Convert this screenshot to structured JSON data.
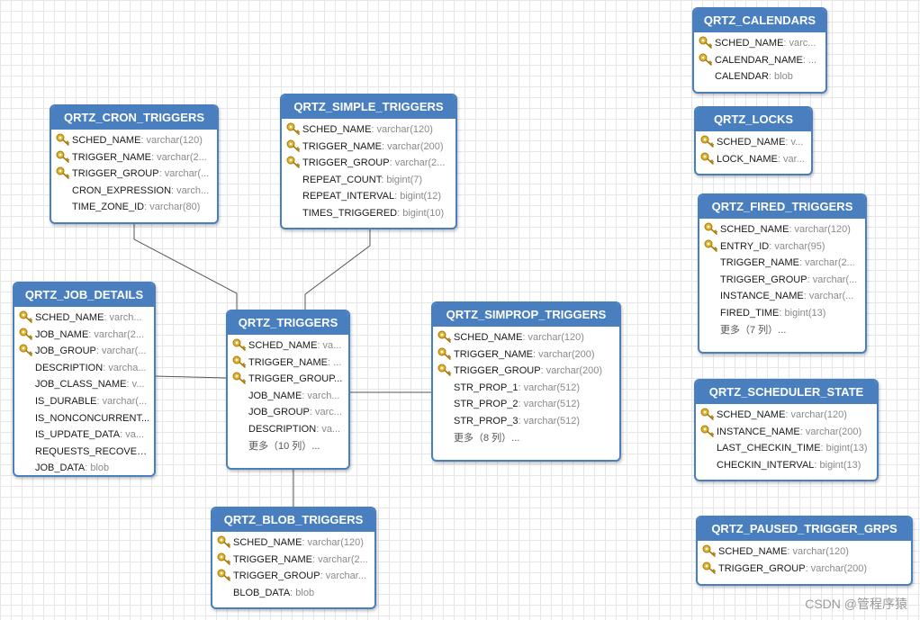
{
  "colors": {
    "header": "#4a7fbf",
    "key": "#d4a017",
    "grid": "#e6e6e6",
    "line": "#555555"
  },
  "watermark": "CSDN @管程序猿",
  "tables": [
    {
      "id": "cron",
      "name": "QRTZ_CRON_TRIGGERS",
      "rows": [
        {
          "key": true,
          "name": "SCHED_NAME",
          "type": "varchar(120)"
        },
        {
          "key": true,
          "name": "TRIGGER_NAME",
          "type": "varchar(2..."
        },
        {
          "key": true,
          "name": "TRIGGER_GROUP",
          "type": "varchar(..."
        },
        {
          "key": false,
          "name": "CRON_EXPRESSION",
          "type": "varch..."
        },
        {
          "key": false,
          "name": "TIME_ZONE_ID",
          "type": "varchar(80)"
        }
      ]
    },
    {
      "id": "simple",
      "name": "QRTZ_SIMPLE_TRIGGERS",
      "rows": [
        {
          "key": true,
          "name": "SCHED_NAME",
          "type": "varchar(120)"
        },
        {
          "key": true,
          "name": "TRIGGER_NAME",
          "type": "varchar(200)"
        },
        {
          "key": true,
          "name": "TRIGGER_GROUP",
          "type": "varchar(2..."
        },
        {
          "key": false,
          "name": "REPEAT_COUNT",
          "type": "bigint(7)"
        },
        {
          "key": false,
          "name": "REPEAT_INTERVAL",
          "type": "bigint(12)"
        },
        {
          "key": false,
          "name": "TIMES_TRIGGERED",
          "type": "bigint(10)"
        }
      ]
    },
    {
      "id": "calendars",
      "name": "QRTZ_CALENDARS",
      "rows": [
        {
          "key": true,
          "name": "SCHED_NAME",
          "type": "varc..."
        },
        {
          "key": true,
          "name": "CALENDAR_NAME",
          "type": "..."
        },
        {
          "key": false,
          "name": "CALENDAR",
          "type": "blob"
        }
      ]
    },
    {
      "id": "locks",
      "name": "QRTZ_LOCKS",
      "rows": [
        {
          "key": true,
          "name": "SCHED_NAME",
          "type": "v..."
        },
        {
          "key": true,
          "name": "LOCK_NAME",
          "type": "var..."
        }
      ]
    },
    {
      "id": "fired",
      "name": "QRTZ_FIRED_TRIGGERS",
      "rows": [
        {
          "key": true,
          "name": "SCHED_NAME",
          "type": "varchar(120)"
        },
        {
          "key": true,
          "name": "ENTRY_ID",
          "type": "varchar(95)"
        },
        {
          "key": false,
          "name": "TRIGGER_NAME",
          "type": "varchar(2..."
        },
        {
          "key": false,
          "name": "TRIGGER_GROUP",
          "type": "varchar(..."
        },
        {
          "key": false,
          "name": "INSTANCE_NAME",
          "type": "varchar(..."
        },
        {
          "key": false,
          "name": "FIRED_TIME",
          "type": "bigint(13)"
        },
        {
          "more": true,
          "name": "更多（7 列）..."
        }
      ]
    },
    {
      "id": "jobdetails",
      "name": "QRTZ_JOB_DETAILS",
      "rows": [
        {
          "key": true,
          "name": "SCHED_NAME",
          "type": "varch..."
        },
        {
          "key": true,
          "name": "JOB_NAME",
          "type": "varchar(2..."
        },
        {
          "key": true,
          "name": "JOB_GROUP",
          "type": "varchar(..."
        },
        {
          "key": false,
          "name": "DESCRIPTION",
          "type": "varcha..."
        },
        {
          "key": false,
          "name": "JOB_CLASS_NAME",
          "type": "v..."
        },
        {
          "key": false,
          "name": "IS_DURABLE",
          "type": "varchar(..."
        },
        {
          "key": false,
          "name": "IS_NONCONCURRENT...",
          "type": ""
        },
        {
          "key": false,
          "name": "IS_UPDATE_DATA",
          "type": "va..."
        },
        {
          "key": false,
          "name": "REQUESTS_RECOVERY",
          "type": ""
        },
        {
          "key": false,
          "name": "JOB_DATA",
          "type": "blob"
        }
      ]
    },
    {
      "id": "triggers",
      "name": "QRTZ_TRIGGERS",
      "rows": [
        {
          "key": true,
          "name": "SCHED_NAME",
          "type": "va..."
        },
        {
          "key": true,
          "name": "TRIGGER_NAME",
          "type": "..."
        },
        {
          "key": true,
          "name": "TRIGGER_GROUP...",
          "type": ""
        },
        {
          "key": false,
          "name": "JOB_NAME",
          "type": "varch..."
        },
        {
          "key": false,
          "name": "JOB_GROUP",
          "type": "varc..."
        },
        {
          "key": false,
          "name": "DESCRIPTION",
          "type": "va..."
        },
        {
          "more": true,
          "name": "更多（10 列）..."
        }
      ]
    },
    {
      "id": "simprop",
      "name": "QRTZ_SIMPROP_TRIGGERS",
      "rows": [
        {
          "key": true,
          "name": "SCHED_NAME",
          "type": "varchar(120)"
        },
        {
          "key": true,
          "name": "TRIGGER_NAME",
          "type": "varchar(200)"
        },
        {
          "key": true,
          "name": "TRIGGER_GROUP",
          "type": "varchar(200)"
        },
        {
          "key": false,
          "name": "STR_PROP_1",
          "type": "varchar(512)"
        },
        {
          "key": false,
          "name": "STR_PROP_2",
          "type": "varchar(512)"
        },
        {
          "key": false,
          "name": "STR_PROP_3",
          "type": "varchar(512)"
        },
        {
          "more": true,
          "name": "更多（8 列）..."
        }
      ]
    },
    {
      "id": "scheduler",
      "name": "QRTZ_SCHEDULER_STATE",
      "rows": [
        {
          "key": true,
          "name": "SCHED_NAME",
          "type": "varchar(120)"
        },
        {
          "key": true,
          "name": "INSTANCE_NAME",
          "type": "varchar(200)"
        },
        {
          "key": false,
          "name": "LAST_CHECKIN_TIME",
          "type": "bigint(13)"
        },
        {
          "key": false,
          "name": "CHECKIN_INTERVAL",
          "type": "bigint(13)"
        }
      ]
    },
    {
      "id": "blob",
      "name": "QRTZ_BLOB_TRIGGERS",
      "rows": [
        {
          "key": true,
          "name": "SCHED_NAME",
          "type": "varchar(120)"
        },
        {
          "key": true,
          "name": "TRIGGER_NAME",
          "type": "varchar(2..."
        },
        {
          "key": true,
          "name": "TRIGGER_GROUP",
          "type": "varchar..."
        },
        {
          "key": false,
          "name": "BLOB_DATA",
          "type": "blob"
        }
      ]
    },
    {
      "id": "paused",
      "name": "QRTZ_PAUSED_TRIGGER_GRPS",
      "rows": [
        {
          "key": true,
          "name": "SCHED_NAME",
          "type": "varchar(120)"
        },
        {
          "key": true,
          "name": "TRIGGER_GROUP",
          "type": "varchar(200)"
        }
      ]
    }
  ]
}
